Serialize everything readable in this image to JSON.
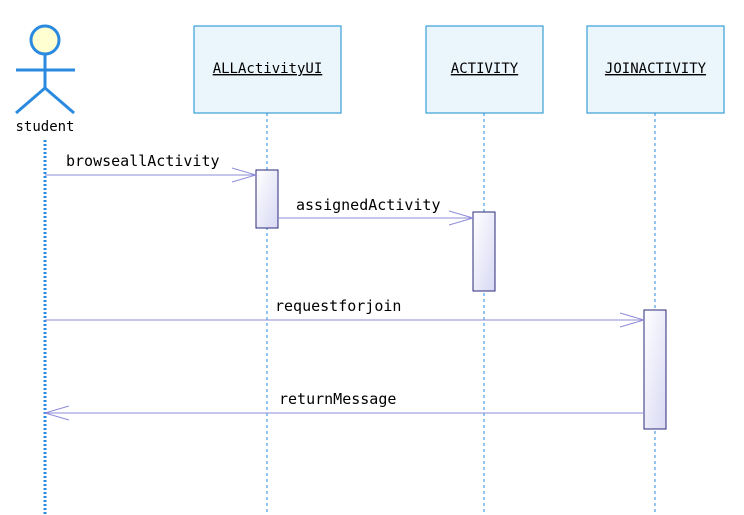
{
  "diagram": {
    "actor": {
      "label": "student",
      "icon": "stick-figure-icon"
    },
    "objects": [
      {
        "id": "ui",
        "label": "ALLActivityUI"
      },
      {
        "id": "activity",
        "label": "ACTIVITY"
      },
      {
        "id": "join",
        "label": "JOINACTIVITY"
      }
    ],
    "messages": [
      {
        "label": "browseallActivity",
        "from": "student",
        "to": "ALLActivityUI"
      },
      {
        "label": "assignedActivity",
        "from": "ALLActivityUI",
        "to": "ACTIVITY"
      },
      {
        "label": "requestforjoin",
        "from": "student",
        "to": "JOINACTIVITY"
      },
      {
        "label": "returnMessage",
        "from": "JOINACTIVITY",
        "to": "student"
      }
    ],
    "colors": {
      "object_fill": "#EAF6FC",
      "object_border": "#3AA0D8",
      "lifeline": "#2A8AE0",
      "message_line": "#8E8CD8",
      "activation_border": "#2B2A7A",
      "activation_fill_top": "#FFFFFF",
      "activation_fill_bottom": "#D8D8F4",
      "actor_head_fill": "#FFFFD2",
      "actor_stroke": "#2A8AE0"
    }
  }
}
